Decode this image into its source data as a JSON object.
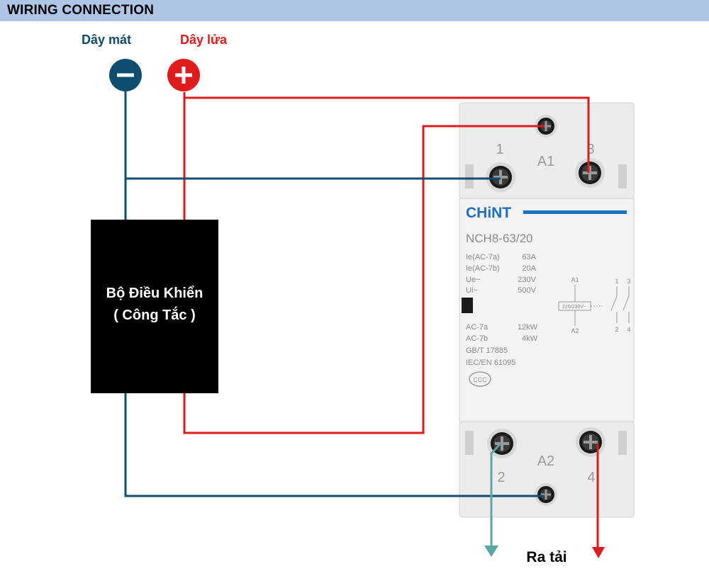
{
  "header": {
    "title": "WIRING CONNECTION"
  },
  "wires": {
    "neutral_label": "Dây mát",
    "live_label": "Dây lửa",
    "neutral_color": "#0f4d6e",
    "live_color": "#e01b1b",
    "load_neutral_color": "#5aa6a6"
  },
  "controller": {
    "line1": "Bộ Điều Khiển",
    "line2": "( Công Tắc )"
  },
  "output_label": "Ra tải",
  "device": {
    "brand": "CHiNT",
    "model": "NCH8-63/20",
    "specs": [
      {
        "name": "Ie(AC-7a)",
        "value": "63A"
      },
      {
        "name": "Ie(AC-7b)",
        "value": "20A"
      },
      {
        "name": "Ue~",
        "value": "230V"
      },
      {
        "name": "Ui~",
        "value": "500V"
      }
    ],
    "power": [
      {
        "name": "AC-7a",
        "value": "12kW"
      },
      {
        "name": "AC-7b",
        "value": "4kW"
      }
    ],
    "standards": [
      "GB/T  17885",
      "IEC/EN 61095"
    ],
    "cert": "CCC",
    "coil_voltage": "220/230V~",
    "schematic": {
      "a1": "A1",
      "a2": "A2",
      "t1": "1",
      "t2": "2",
      "t3": "3",
      "t4": "4"
    },
    "terminals": {
      "top_left": "1",
      "top_mid": "A1",
      "top_right": "3",
      "bottom_left": "2",
      "bottom_mid": "A2",
      "bottom_right": "4"
    }
  }
}
